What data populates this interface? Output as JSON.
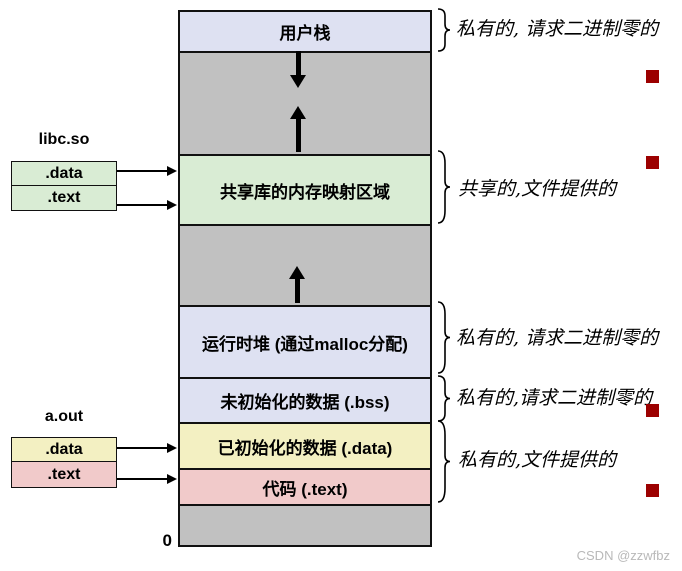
{
  "diagram": {
    "regions": {
      "stack": "用户栈",
      "mmap": "共享库的内存映射区域",
      "heap": "运行时堆 (通过malloc分配)",
      "bss": "未初始化的数据 (.bss)",
      "data": "已初始化的数据 (.data)",
      "text": "代码 (.text)"
    },
    "annotations": {
      "stack": "私有的, 请求二进制零的",
      "mmap": "共享的,文件提供的",
      "heap": "私有的, 请求二进制零的",
      "bss": "私有的,请求二进制零的",
      "datatext": "私有的,文件提供的"
    },
    "libc": {
      "title": "libc.so",
      "data_label": ".data",
      "text_label": ".text"
    },
    "aout": {
      "title": "a.out",
      "data_label": ".data",
      "text_label": ".text"
    },
    "axis": {
      "origin": "0"
    },
    "watermark": "CSDN @zzwfbz",
    "colors": {
      "lavender": "#dee1f2",
      "gray": "#c1c1c1",
      "green": "#d9ecd4",
      "yellow": "#f3f0c2",
      "pink": "#f1caca",
      "bullet_red": "#9c0000",
      "border": "#111111"
    }
  }
}
